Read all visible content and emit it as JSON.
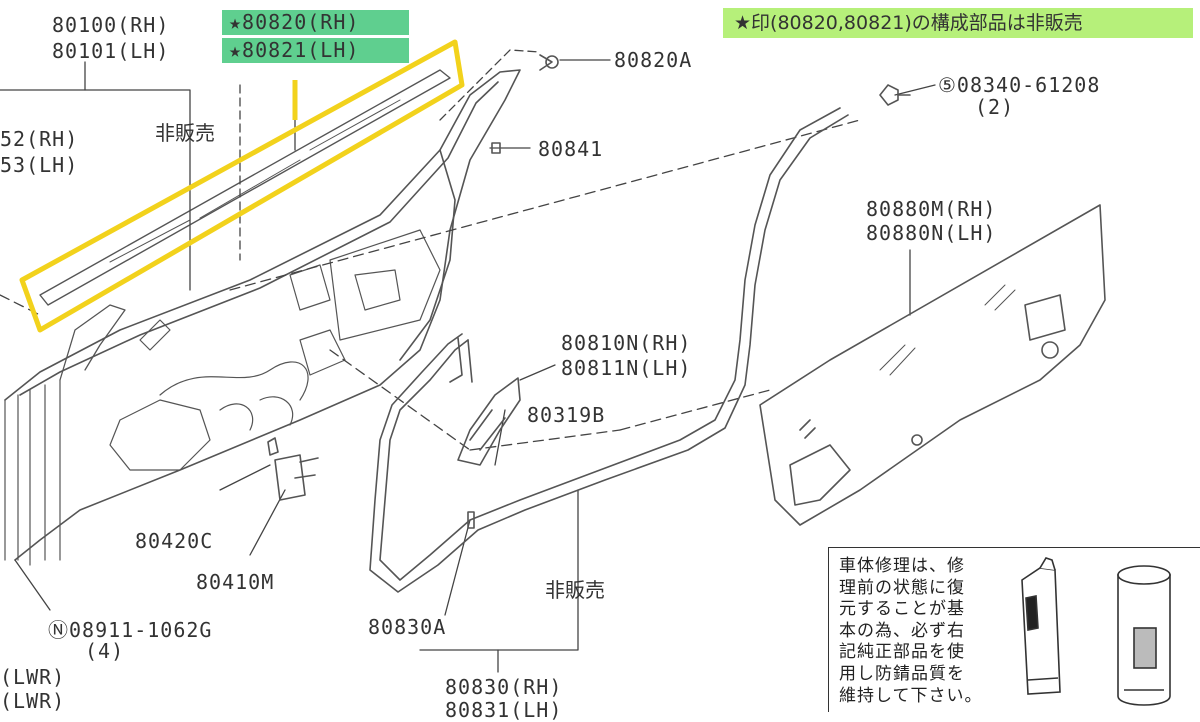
{
  "header_notice": "★印(80820,80821)の構成部品は非販売",
  "highlight_labels": {
    "rh": "★80820(RH)",
    "lh": "★80821(LH)"
  },
  "labels": {
    "door_rh": "80100(RH)",
    "door_lh": "80101(LH)",
    "weatherstrip_rh": "52(RH)",
    "weatherstrip_lh": "53(LH)",
    "not_for_sale_1": "非販売",
    "clip_a": "80820A",
    "screw_part": "⑤08340-61208",
    "screw_qty": "(2)",
    "part_80841": "80841",
    "glass_rh": "80880M(RH)",
    "glass_lh": "80880N(LH)",
    "seal_rh": "80810N(RH)",
    "seal_lh": "80811N(LH)",
    "part_80319b": "80319B",
    "part_80420c": "80420C",
    "part_80410m": "80410M",
    "nut_part": "Ⓝ08911-1062G",
    "nut_qty": "(4)",
    "lwr_1": "(LWR)",
    "lwr_2": "(LWR)",
    "part_80830a": "80830A",
    "not_for_sale_2": "非販売",
    "weather_rh": "80830(RH)",
    "weather_lh": "80831(LH)"
  },
  "repair_note": "車体修理は、修\n理前の状態に復\n元することが基\n本の為、必ず右\n記純正部品を使\n用し防錆品質を\n維持して下さい。",
  "colors": {
    "highlight_green": "#5fcf8f",
    "notice_green": "#b6f07a",
    "callout_yellow": "#f2d21c",
    "line": "#555555"
  }
}
